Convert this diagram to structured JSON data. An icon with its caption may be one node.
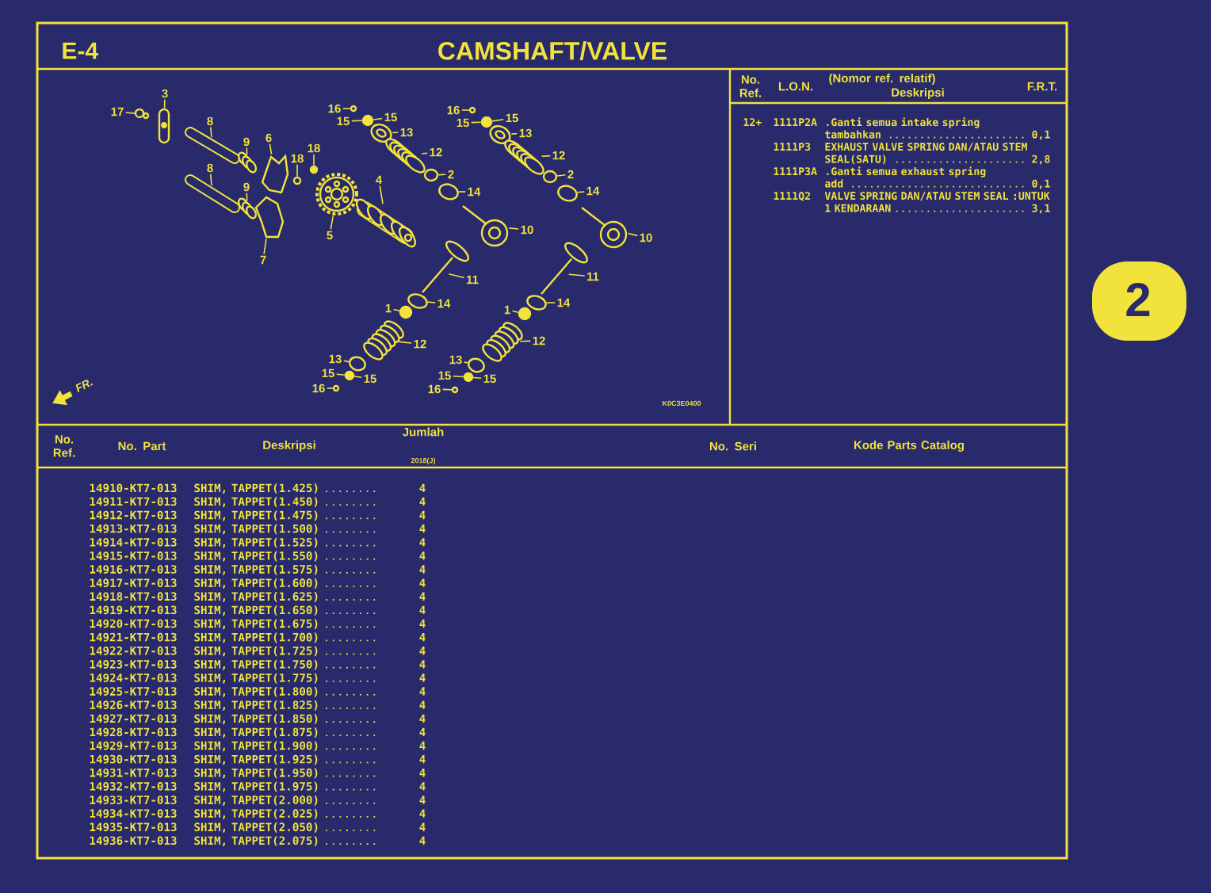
{
  "diagram": {
    "title": "CAMSHAFT/VALVE",
    "nodes": [
      {
        "text": [
          "17"
        ]
      },
      {
        "text": [
          "3"
        ]
      },
      {
        "text": [
          "8"
        ]
      },
      {
        "text": [
          "9"
        ]
      },
      {
        "text": [
          "6"
        ]
      },
      {
        "text": [
          "18"
        ]
      },
      {
        "text": [
          "18"
        ]
      },
      {
        "text": [
          "8"
        ]
      },
      {
        "text": [
          "9"
        ]
      },
      {
        "text": [
          "7"
        ]
      },
      {
        "text": [
          "5"
        ]
      },
      {
        "text": [
          "4"
        ]
      },
      {
        "text": [
          "16"
        ]
      },
      {
        "text": [
          "15"
        ]
      },
      {
        "text": [
          "15"
        ]
      },
      {
        "text": [
          "13"
        ]
      },
      {
        "text": [
          "12"
        ]
      },
      {
        "text": [
          "2"
        ]
      },
      {
        "text": [
          "14"
        ]
      },
      {
        "text": [
          "10"
        ]
      },
      {
        "text": [
          "11"
        ]
      },
      {
        "text": [
          "14"
        ]
      },
      {
        "text": [
          "1"
        ]
      },
      {
        "text": [
          "12"
        ]
      },
      {
        "text": [
          "13"
        ]
      },
      {
        "text": [
          "15"
        ]
      },
      {
        "text": [
          "15"
        ]
      },
      {
        "text": [
          "16"
        ]
      },
      {
        "text": [
          "16"
        ]
      },
      {
        "text": [
          "15"
        ]
      },
      {
        "text": [
          "15"
        ]
      },
      {
        "text": [
          "13"
        ]
      },
      {
        "text": [
          "12"
        ]
      },
      {
        "text": [
          "2"
        ]
      },
      {
        "text": [
          "14"
        ]
      },
      {
        "text": [
          "10"
        ]
      },
      {
        "text": [
          "11"
        ]
      },
      {
        "text": [
          "14"
        ]
      },
      {
        "text": [
          "1"
        ]
      },
      {
        "text": [
          "12"
        ]
      },
      {
        "text": [
          "13"
        ]
      },
      {
        "text": [
          "15"
        ]
      },
      {
        "text": [
          "15"
        ]
      },
      {
        "text": [
          "16"
        ]
      },
      {
        "text": [],
        "shape": "picture"
      },
      {
        "text": [],
        "shape": "picture"
      },
      {
        "text": [],
        "shape": "picture"
      },
      {
        "text": [],
        "shape": "picture"
      },
      {
        "text": [],
        "shape": "picture"
      },
      {
        "text": [],
        "shape": "circle"
      },
      {
        "text": [],
        "shape": "circle"
      },
      {
        "text": [],
        "shape": "picture"
      },
      {
        "text": [],
        "shape": "picture"
      },
      {
        "text": [],
        "shape": "picture"
      },
      {
        "text": [],
        "shape": "picture"
      },
      {
        "text": [],
        "shape": "picture"
      },
      {
        "text": [],
        "shape": "circle"
      },
      {
        "text": [],
        "shape": "circle"
      },
      {
        "text": [],
        "shape": "picture"
      },
      {
        "text": [],
        "shape": "picture"
      },
      {
        "text": [],
        "shape": "circle"
      },
      {
        "text": [],
        "shape": "circle"
      },
      {
        "text": [],
        "shape": "picture"
      },
      {
        "text": [],
        "shape": "picture"
      },
      {
        "text": [],
        "shape": "circle"
      },
      {
        "text": [],
        "shape": "circle"
      },
      {
        "text": [],
        "shape": "picture"
      },
      {
        "text": [],
        "shape": "circle"
      },
      {
        "text": [],
        "shape": "circle"
      },
      {
        "text": [],
        "shape": "circle"
      },
      {
        "text": [],
        "shape": "circle"
      },
      {
        "text": [],
        "shape": "circle"
      },
      {
        "text": [],
        "shape": "picture"
      },
      {
        "text": [],
        "shape": "picture"
      },
      {
        "text": [],
        "shape": "circle"
      },
      {
        "text": [],
        "shape": "circle"
      },
      {
        "text": [],
        "shape": "picture"
      },
      {
        "text": [],
        "shape": "picture"
      },
      {
        "text": [],
        "shape": "circle"
      },
      {
        "text": [],
        "shape": "circle"
      },
      {
        "text": [],
        "shape": "picture"
      },
      {
        "text": [],
        "shape": "circle"
      },
      {
        "text": [],
        "shape": "circle"
      },
      {
        "text": [],
        "shape": "circle"
      }
    ],
    "edges": [
      {
        "from": 0,
        "to": 44,
        "arrow": "none"
      },
      {
        "from": 1,
        "to": 45,
        "arrow": "none"
      },
      {
        "from": 2,
        "to": 46,
        "arrow": "none"
      },
      {
        "from": 3,
        "to": 47,
        "arrow": "none"
      },
      {
        "from": 4,
        "to": 48,
        "arrow": "none"
      },
      {
        "from": 5,
        "to": 49,
        "arrow": "none"
      },
      {
        "from": 6,
        "to": 50,
        "arrow": "none"
      },
      {
        "from": 7,
        "to": 51,
        "arrow": "none"
      },
      {
        "from": 8,
        "to": 52,
        "arrow": "none"
      },
      {
        "from": 9,
        "to": 53,
        "arrow": "none"
      },
      {
        "from": 10,
        "to": 54,
        "arrow": "none"
      },
      {
        "from": 11,
        "to": 55,
        "arrow": "none"
      },
      {
        "from": 12,
        "to": 56,
        "arrow": "none"
      },
      {
        "from": 13,
        "to": 57,
        "arrow": "none"
      },
      {
        "from": 14,
        "to": 57,
        "arrow": "none"
      },
      {
        "from": 15,
        "to": 58,
        "arrow": "none"
      },
      {
        "from": 16,
        "to": 59,
        "arrow": "none"
      },
      {
        "from": 17,
        "to": 60,
        "arrow": "none"
      },
      {
        "from": 18,
        "to": 61,
        "arrow": "none"
      },
      {
        "from": 19,
        "to": 62,
        "arrow": "none"
      },
      {
        "from": 20,
        "to": 63,
        "arrow": "none"
      },
      {
        "from": 21,
        "to": 64,
        "arrow": "none"
      },
      {
        "from": 22,
        "to": 65,
        "arrow": "none"
      },
      {
        "from": 23,
        "to": 66,
        "arrow": "none"
      },
      {
        "from": 24,
        "to": 67,
        "arrow": "none"
      },
      {
        "from": 25,
        "to": 68,
        "arrow": "none"
      },
      {
        "from": 26,
        "to": 68,
        "arrow": "none"
      },
      {
        "from": 27,
        "to": 69,
        "arrow": "none"
      },
      {
        "from": 28,
        "to": 70,
        "arrow": "none"
      },
      {
        "from": 29,
        "to": 71,
        "arrow": "none"
      },
      {
        "from": 30,
        "to": 71,
        "arrow": "none"
      },
      {
        "from": 31,
        "to": 72,
        "arrow": "none"
      },
      {
        "from": 32,
        "to": 73,
        "arrow": "none"
      },
      {
        "from": 33,
        "to": 74,
        "arrow": "none"
      },
      {
        "from": 34,
        "to": 75,
        "arrow": "none"
      },
      {
        "from": 35,
        "to": 76,
        "arrow": "none"
      },
      {
        "from": 36,
        "to": 77,
        "arrow": "none"
      },
      {
        "from": 37,
        "to": 78,
        "arrow": "none"
      },
      {
        "from": 38,
        "to": 79,
        "arrow": "none"
      },
      {
        "from": 39,
        "to": 80,
        "arrow": "none"
      },
      {
        "from": 40,
        "to": 81,
        "arrow": "none"
      },
      {
        "from": 41,
        "to": 82,
        "arrow": "none"
      },
      {
        "from": 42,
        "to": 82,
        "arrow": "none"
      },
      {
        "from": 43,
        "to": 83,
        "arrow": "none"
      }
    ],
    "labels": [
      "E-4",
      "K0C3E0400",
      "FR.",
      "2",
      "No. Ref.",
      "L.O.N.",
      "(Nomor ref. relatif)",
      "Deskripsi",
      "F.R.T.",
      "12+",
      "1111P2A",
      ".Ganti semua intake spring tambahkan",
      "0,1",
      "1111P3",
      "EXHAUST VALVE SPRING DAN/ATAU STEM SEAL(SATU)",
      "2,8",
      "1111P3A",
      ".Ganti semua exhaust spring add",
      "0,1",
      "1111Q2",
      "VALVE SPRING DAN/ATAU STEM SEAL :UNTUK 1 KENDARAAN",
      "3,1",
      "No. Ref.",
      "No. Part",
      "Deskripsi",
      "Jumlah",
      "2018(J)",
      "No. Seri",
      "Kode Parts Catalog",
      "14910-KT7-013",
      "SHIM, TAPPET(1.425)",
      "4",
      "14911-KT7-013",
      "SHIM, TAPPET(1.450)",
      "4",
      "14912-KT7-013",
      "SHIM, TAPPET(1.475)",
      "4",
      "14913-KT7-013",
      "SHIM, TAPPET(1.500)",
      "4",
      "14914-KT7-013",
      "SHIM, TAPPET(1.525)",
      "4",
      "14915-KT7-013",
      "SHIM, TAPPET(1.550)",
      "4",
      "14916-KT7-013",
      "SHIM, TAPPET(1.575)",
      "4",
      "14917-KT7-013",
      "SHIM, TAPPET(1.600)",
      "4",
      "14918-KT7-013",
      "SHIM, TAPPET(1.625)",
      "4",
      "14919-KT7-013",
      "SHIM, TAPPET(1.650)",
      "4",
      "14920-KT7-013",
      "SHIM, TAPPET(1.675)",
      "4",
      "14921-KT7-013",
      "SHIM, TAPPET(1.700)",
      "4",
      "14922-KT7-013",
      "SHIM, TAPPET(1.725)",
      "4",
      "14923-KT7-013",
      "SHIM, TAPPET(1.750)",
      "4",
      "14924-KT7-013",
      "SHIM, TAPPET(1.775)",
      "4",
      "14925-KT7-013",
      "SHIM, TAPPET(1.800)",
      "4",
      "14926-KT7-013",
      "SHIM, TAPPET(1.825)",
      "4",
      "14927-KT7-013",
      "SHIM, TAPPET(1.850)",
      "4",
      "14928-KT7-013",
      "SHIM, TAPPET(1.875)",
      "4",
      "14929-KT7-013",
      "SHIM, TAPPET(1.900)",
      "4",
      "14930-KT7-013",
      "SHIM, TAPPET(1.925)",
      "4",
      "14931-KT7-013",
      "SHIM, TAPPET(1.950)",
      "4",
      "14932-KT7-013",
      "SHIM, TAPPET(1.975)",
      "4",
      "14933-KT7-013",
      "SHIM, TAPPET(2.000)",
      "4",
      "14934-KT7-013",
      "SHIM, TAPPET(2.025)",
      "4",
      "14935-KT7-013",
      "SHIM, TAPPET(2.050)",
      "4",
      "14936-KT7-013",
      "SHIM, TAPPET(2.075)",
      "4"
    ]
  }
}
